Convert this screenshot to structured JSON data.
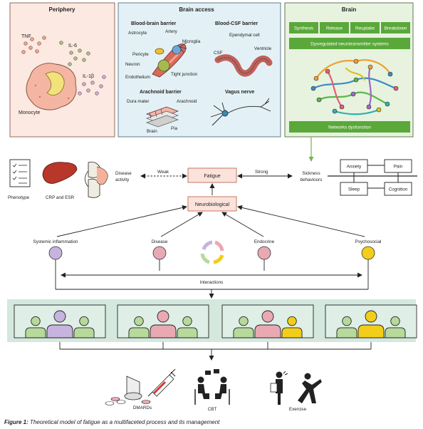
{
  "top_panels": {
    "periphery": {
      "title": "Periphery",
      "cytokines": [
        "TNF",
        "IL-6",
        "IL-1β"
      ],
      "cell_label": "Monocyte"
    },
    "brain_access": {
      "title": "Brain access",
      "bbb": {
        "title": "Blood-brain barrier",
        "labels": [
          "Astrocyte",
          "Artery",
          "Microglia",
          "Pericyte",
          "Neuron",
          "Endothelium",
          "Tight junction"
        ]
      },
      "bcsf": {
        "title": "Blood-CSF barrier",
        "labels": [
          "Ependymal cell",
          "CSF",
          "Ventricle"
        ]
      },
      "arachnoid": {
        "title": "Arachnoid barrier",
        "labels": [
          "Dura mater",
          "Arachnoid",
          "Pia",
          "Brain"
        ]
      },
      "vagus": {
        "title": "Vagus nerve"
      }
    },
    "brain": {
      "title": "Brain",
      "steps": [
        "Synthesis",
        "Release",
        "Reuptake",
        "Breakdown"
      ],
      "dysregulated": "Dysregulated neurotransmitter systems",
      "networks": "Networks dysfunction"
    }
  },
  "middle": {
    "assess_labels": [
      "Phenotype",
      "CRP and ESR"
    ],
    "disease_activity": [
      "Disease",
      "activity"
    ],
    "weak": "Weak",
    "fatigue": "Fatigue",
    "strong": "Strong",
    "sickness": [
      "Sickness",
      "behaviours"
    ],
    "symptoms": [
      "Anxiety",
      "Pain",
      "Sleep",
      "Cognition"
    ],
    "neurobiological": "Neurobiological"
  },
  "factors": [
    {
      "label": "Systemic inflammation",
      "color": "#c6b3de"
    },
    {
      "label": "Disease",
      "color": "#e9a9b3"
    },
    {
      "label": "Endocrine",
      "color": "#e9a9b3"
    },
    {
      "label": "Psychosocial",
      "color": "#f2cd1a"
    }
  ],
  "interactions": "Interactions",
  "colors": {
    "factor_purple": "#c6b3de",
    "factor_pink": "#e9a9b3",
    "factor_yellow": "#f2cd1a",
    "people_green": "#b7d99a",
    "panel_periphery": "#fbe9e2",
    "panel_brain_access": "#e3f1f6",
    "panel_brain": "#e7f3df",
    "brain_green": "#5aa83a",
    "people_band": "#d4e8de",
    "box_pink": "#fbe3dc"
  },
  "management": [
    "DMARDs",
    "CBT",
    "Exercise"
  ],
  "caption": {
    "label": "Figure 1:",
    "text": " Theoretical model of fatigue as a multifaceted process and its management"
  }
}
